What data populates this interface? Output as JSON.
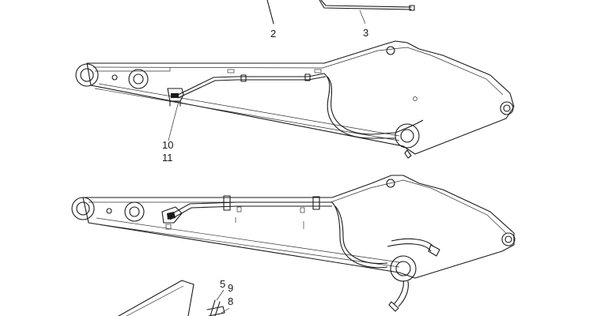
{
  "callouts": {
    "c2": "2",
    "c3": "3",
    "c10": "10",
    "c11": "11",
    "c5": "5",
    "c9": "9",
    "c8": "8"
  }
}
